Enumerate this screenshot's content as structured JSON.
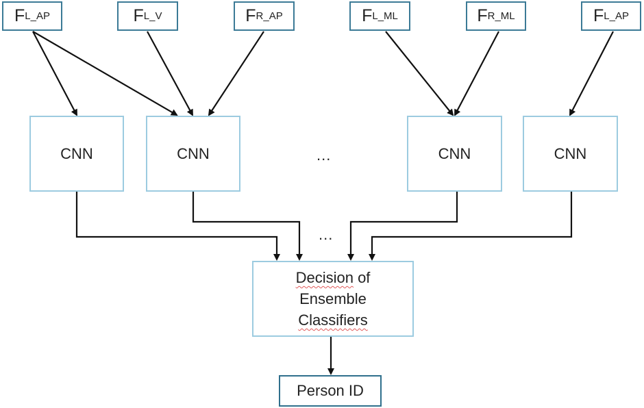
{
  "feature_inputs": [
    {
      "base": "F",
      "sub": "L_AP"
    },
    {
      "base": "F",
      "sub": "L_V"
    },
    {
      "base": "F",
      "sub": "R_AP"
    },
    {
      "base": "F",
      "sub": "L_ML"
    },
    {
      "base": "F",
      "sub": "R_ML"
    },
    {
      "base": "F",
      "sub": "L_AP"
    }
  ],
  "classifiers": [
    {
      "label": "CNN",
      "inputs": [
        0
      ]
    },
    {
      "label": "CNN",
      "inputs": [
        0,
        1,
        2
      ]
    },
    {
      "label": "CNN",
      "inputs": [
        3,
        4
      ]
    },
    {
      "label": "CNN",
      "inputs": [
        5
      ]
    }
  ],
  "ellipsis": "...",
  "ensemble": {
    "line1_word": "Decision",
    "line1_rest": " of",
    "line2": "Ensemble",
    "line3": "Classifiers"
  },
  "output": {
    "label": "Person ID"
  }
}
